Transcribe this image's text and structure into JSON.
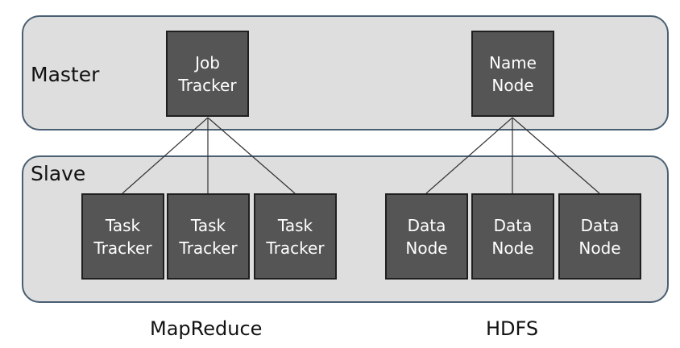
{
  "master": {
    "label": "Master",
    "job_tracker": {
      "line1": "Job",
      "line2": "Tracker"
    },
    "name_node": {
      "line1": "Name",
      "line2": "Node"
    }
  },
  "slave": {
    "label": "Slave",
    "task_trackers": [
      {
        "line1": "Task",
        "line2": "Tracker"
      },
      {
        "line1": "Task",
        "line2": "Tracker"
      },
      {
        "line1": "Task",
        "line2": "Tracker"
      }
    ],
    "data_nodes": [
      {
        "line1": "Data",
        "line2": "Node"
      },
      {
        "line1": "Data",
        "line2": "Node"
      },
      {
        "line1": "Data",
        "line2": "Node"
      }
    ]
  },
  "captions": {
    "mapreduce": "MapReduce",
    "hdfs": "HDFS"
  },
  "colors": {
    "panel_fill": "#dedede",
    "panel_border": "#4a5f72",
    "node_fill": "#555555",
    "node_text": "#ffffff",
    "connector": "#333333"
  }
}
